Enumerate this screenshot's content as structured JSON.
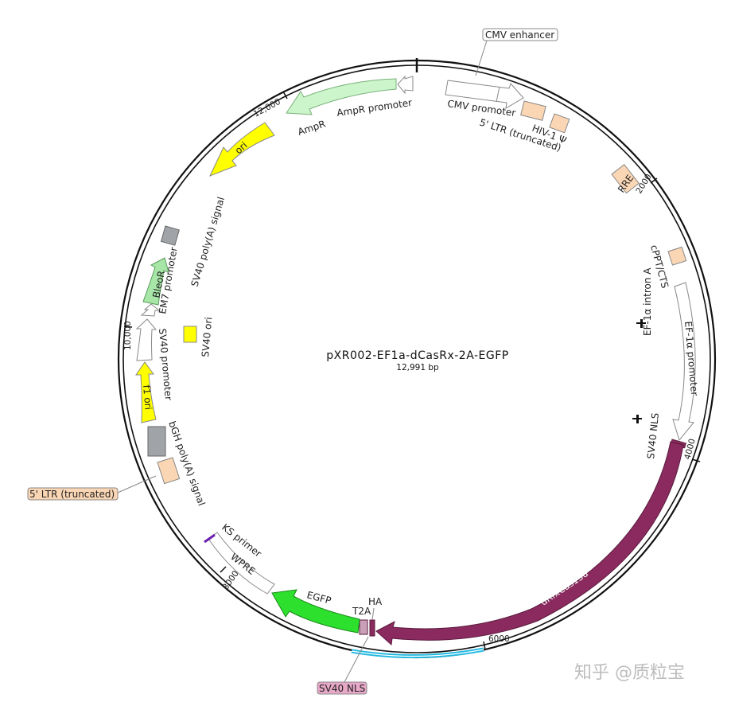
{
  "plasmid": {
    "name": "pXR002-EF1a-dCasRx-2A-EGFP",
    "size_label": "12,991 bp"
  },
  "ticks": [
    "2000",
    "4000",
    "6000",
    "8000",
    "10,000",
    "12,000"
  ],
  "features": {
    "cmv_enhancer": "CMV enhancer",
    "cmv_promoter": "CMV promoter",
    "ltr5_top": "5' LTR (truncated)",
    "hiv_psi": "HIV-1 Ψ",
    "rre": "RRE",
    "cppt": "cPPT/CTS",
    "ef1a_promoter": "EF-1α promoter",
    "ef1a_intron": "EF-1α intron A",
    "sv40_nls_right": "SV40 NLS",
    "drfxcas13d": "dRfxCas13d",
    "ha": "HA",
    "t2a": "T2A",
    "sv40_nls_bottom": "SV40 NLS",
    "egfp": "EGFP",
    "wpre": "WPRE",
    "ks_primer": "KS primer",
    "ltr5_left": "5' LTR (truncated)",
    "bgh": "bGH poly(A) signal",
    "f1ori": "f1 ori",
    "sv40_promoter": "SV40 promoter",
    "em7_promoter": "EM7 promoter",
    "bleor": "BleoR",
    "sv40_ori": "SV40 ori",
    "sv40_polya": "SV40 poly(A) signal",
    "ori": "ori",
    "ampr": "AmpR",
    "ampr_promoter": "AmpR promoter"
  },
  "colors": {
    "backbone": "#111111",
    "drfxcas13d": "#8b2a5e",
    "egfp": "#2ee02e",
    "ori": "#ffff00",
    "f1ori": "#ffff00",
    "ampr": "#ccf5cc",
    "bleor": "#a8e6a8",
    "ltr": "#fad6b4",
    "promoter": "#ffffff",
    "polya": "#a0a4a8",
    "cyan_bar": "#22b8e0",
    "nls": "#e8a8c8"
  },
  "watermark": "知乎 @质粒宝"
}
